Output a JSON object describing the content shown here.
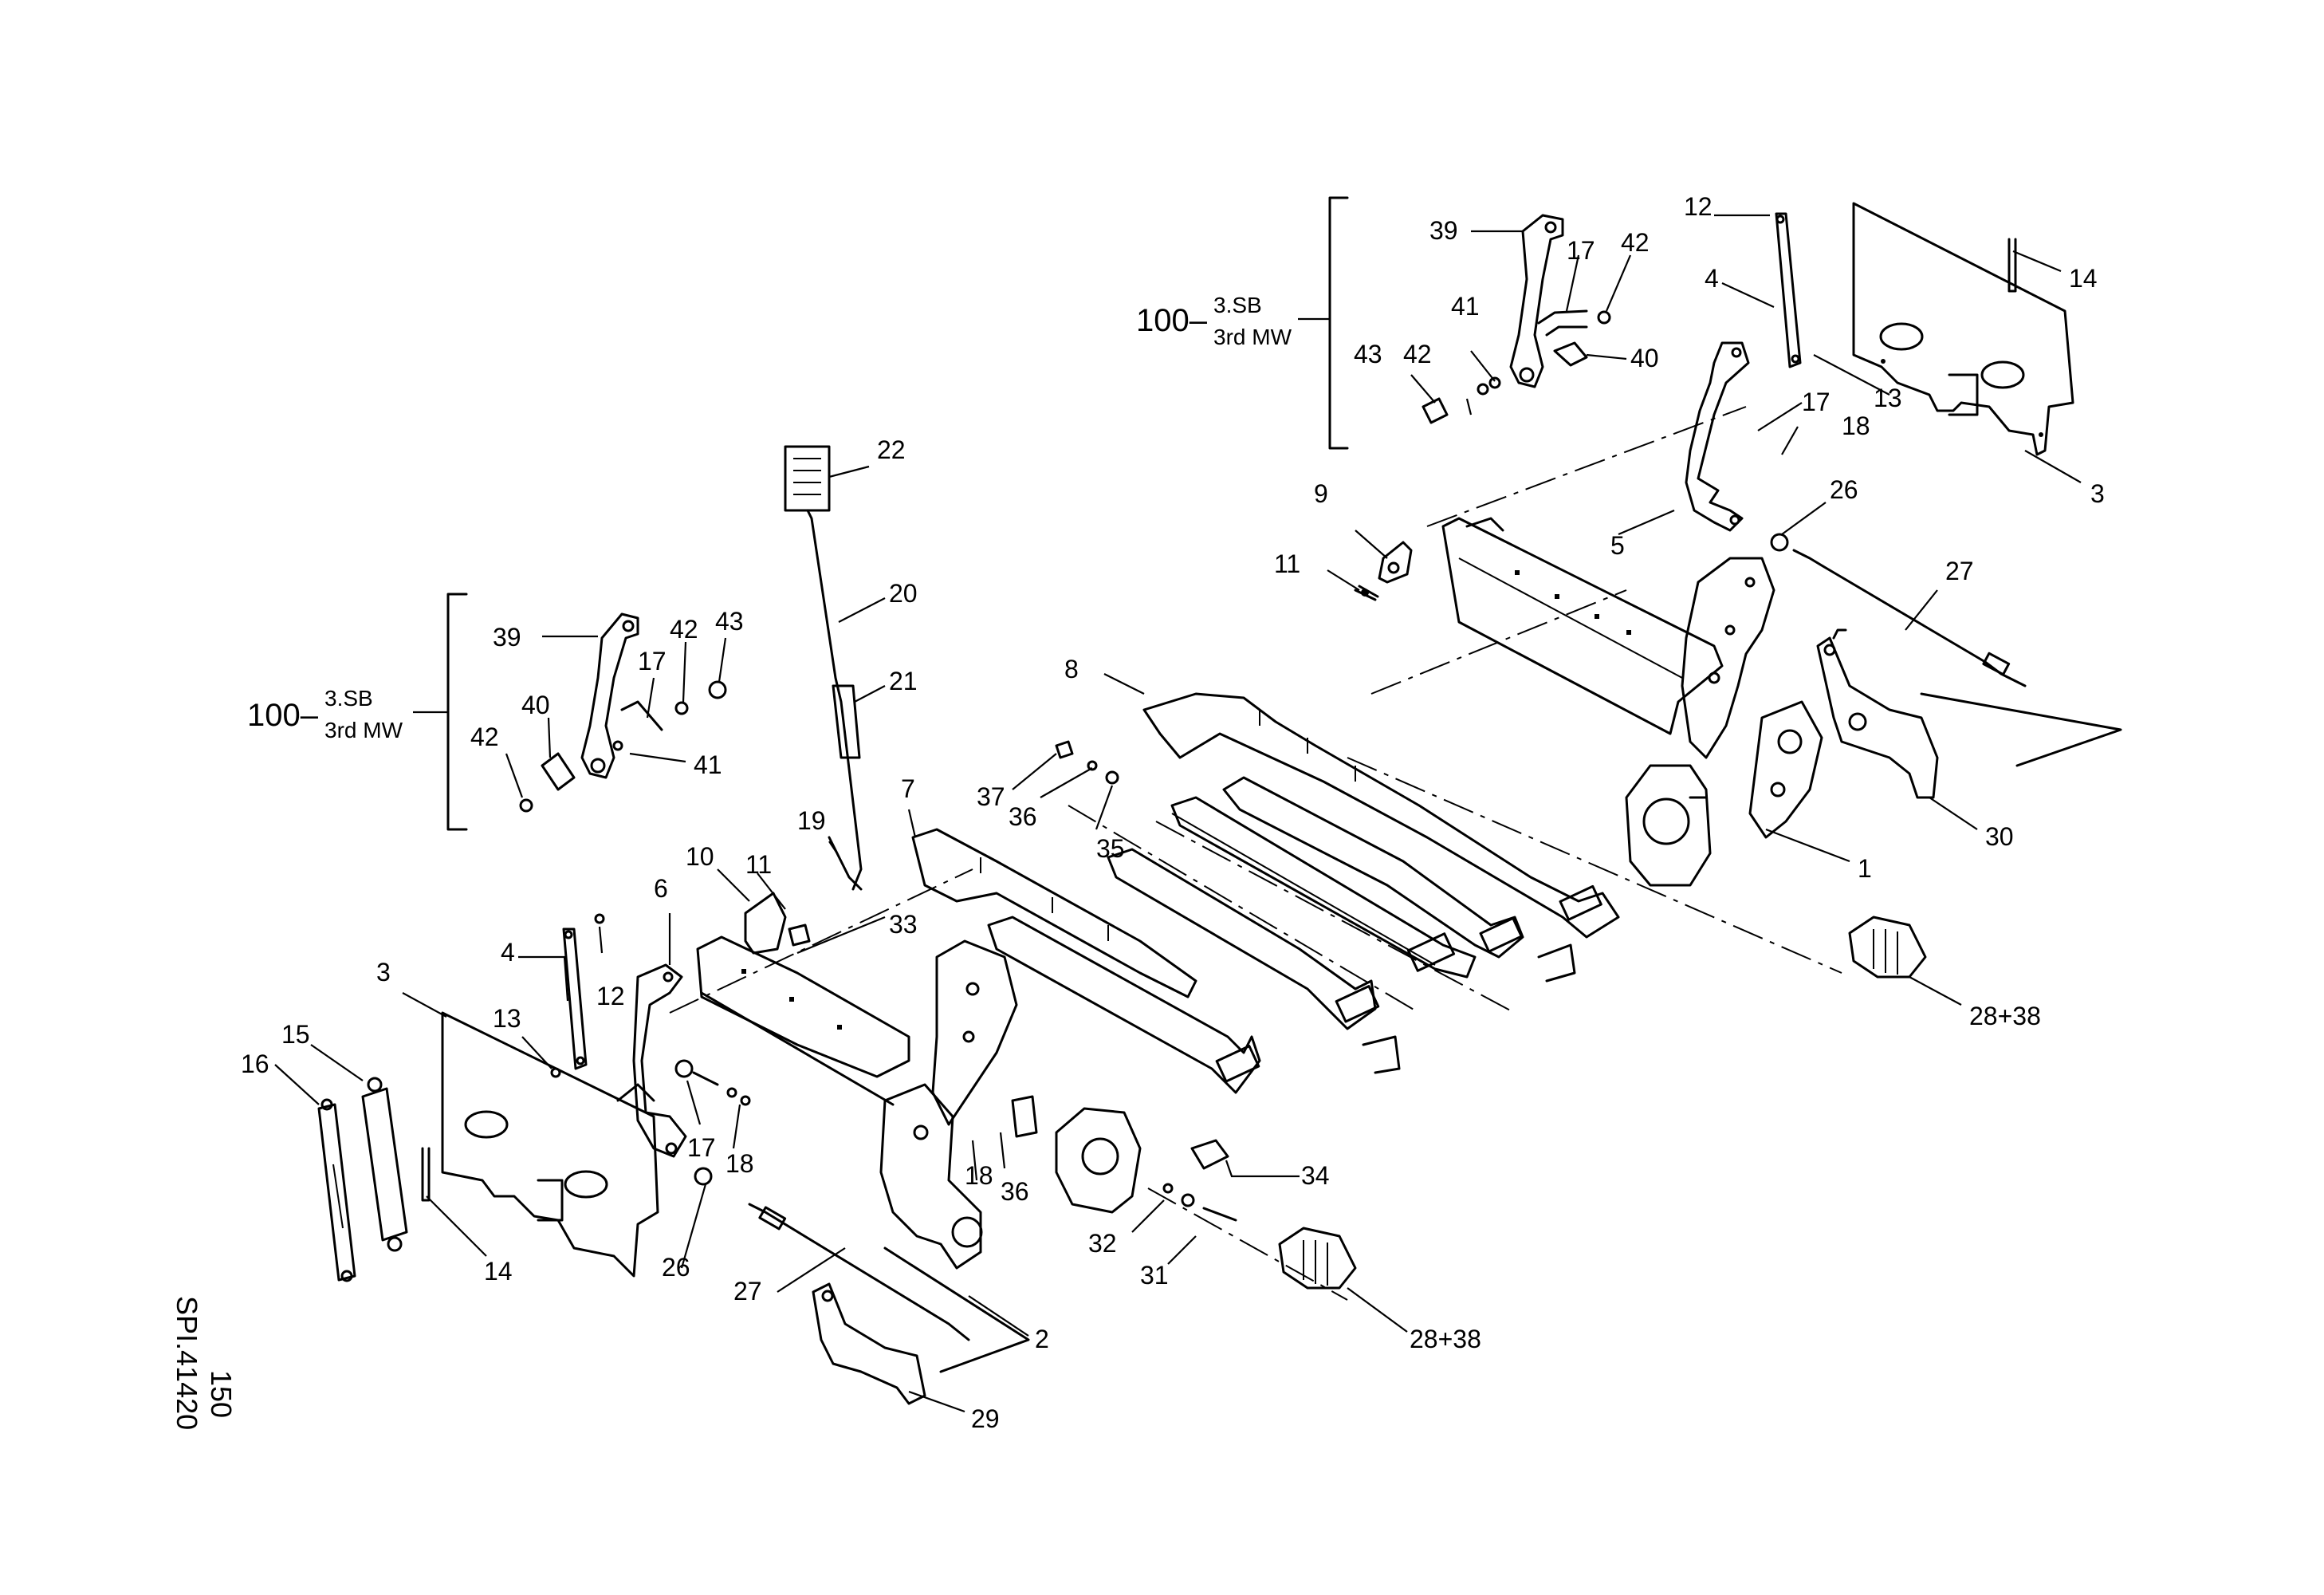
{
  "drawing_ref": "SPI.41420",
  "page_number": "150",
  "groups": {
    "left": {
      "number": "100–",
      "line1": "3.SB",
      "line2": "3rd MW"
    },
    "right": {
      "number": "100–",
      "line1": "3.SB",
      "line2": "3rd MW"
    }
  },
  "callouts": {
    "r39": "39",
    "r17": "17",
    "r42a": "42",
    "r41": "41",
    "r43": "43",
    "r42b": "42",
    "r40": "40",
    "r12": "12",
    "r4": "4",
    "r14": "14",
    "r13": "13",
    "r17b": "17",
    "r18": "18",
    "r3": "3",
    "r26": "26",
    "r5": "5",
    "r9": "9",
    "r11": "11",
    "r27": "27",
    "r30": "30",
    "r1": "1",
    "r2838": "28+38",
    "m22": "22",
    "m20": "20",
    "m21": "21",
    "m19": "19",
    "m8": "8",
    "m7": "7",
    "m37": "37",
    "m36": "36",
    "m35": "35",
    "m33": "33",
    "m34": "34",
    "m36b": "36",
    "m32": "32",
    "m31": "31",
    "m2838": "28+38",
    "m18": "18",
    "m2": "2",
    "m29": "29",
    "m27": "27",
    "m26": "26",
    "l39": "39",
    "l17": "17",
    "l42a": "42",
    "l43": "43",
    "l40": "40",
    "l42b": "42",
    "l41": "41",
    "l10": "10",
    "l11": "11",
    "l6": "6",
    "l4": "4",
    "l12": "12",
    "l3": "3",
    "l13": "13",
    "l15": "15",
    "l16": "16",
    "l14": "14",
    "l17b": "17",
    "l18": "18"
  }
}
